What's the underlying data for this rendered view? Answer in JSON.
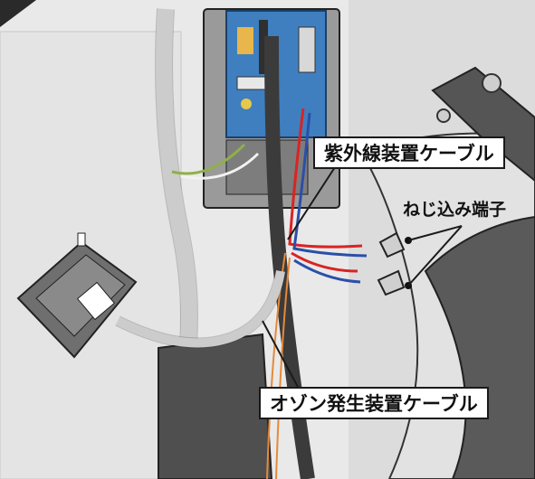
{
  "labels": {
    "uv_cable": "紫外線装置ケーブル",
    "screw_terminal": "ねじ込み端子",
    "ozone_cable": "オゾン発生装置ケーブル"
  },
  "colors": {
    "background": "#e9e9e9",
    "dark_panel": "#565656",
    "circuit_board": "#3f7fbf",
    "red_wire": "#d92424",
    "blue_wire": "#2b4fa8",
    "orange_wire": "#e58a3a",
    "green_wire": "#8fb04a",
    "leader_line": "#1a1a1a"
  },
  "icons": [
    "uv-device-module-icon",
    "screw-terminal-icon",
    "circuit-board-icon"
  ]
}
